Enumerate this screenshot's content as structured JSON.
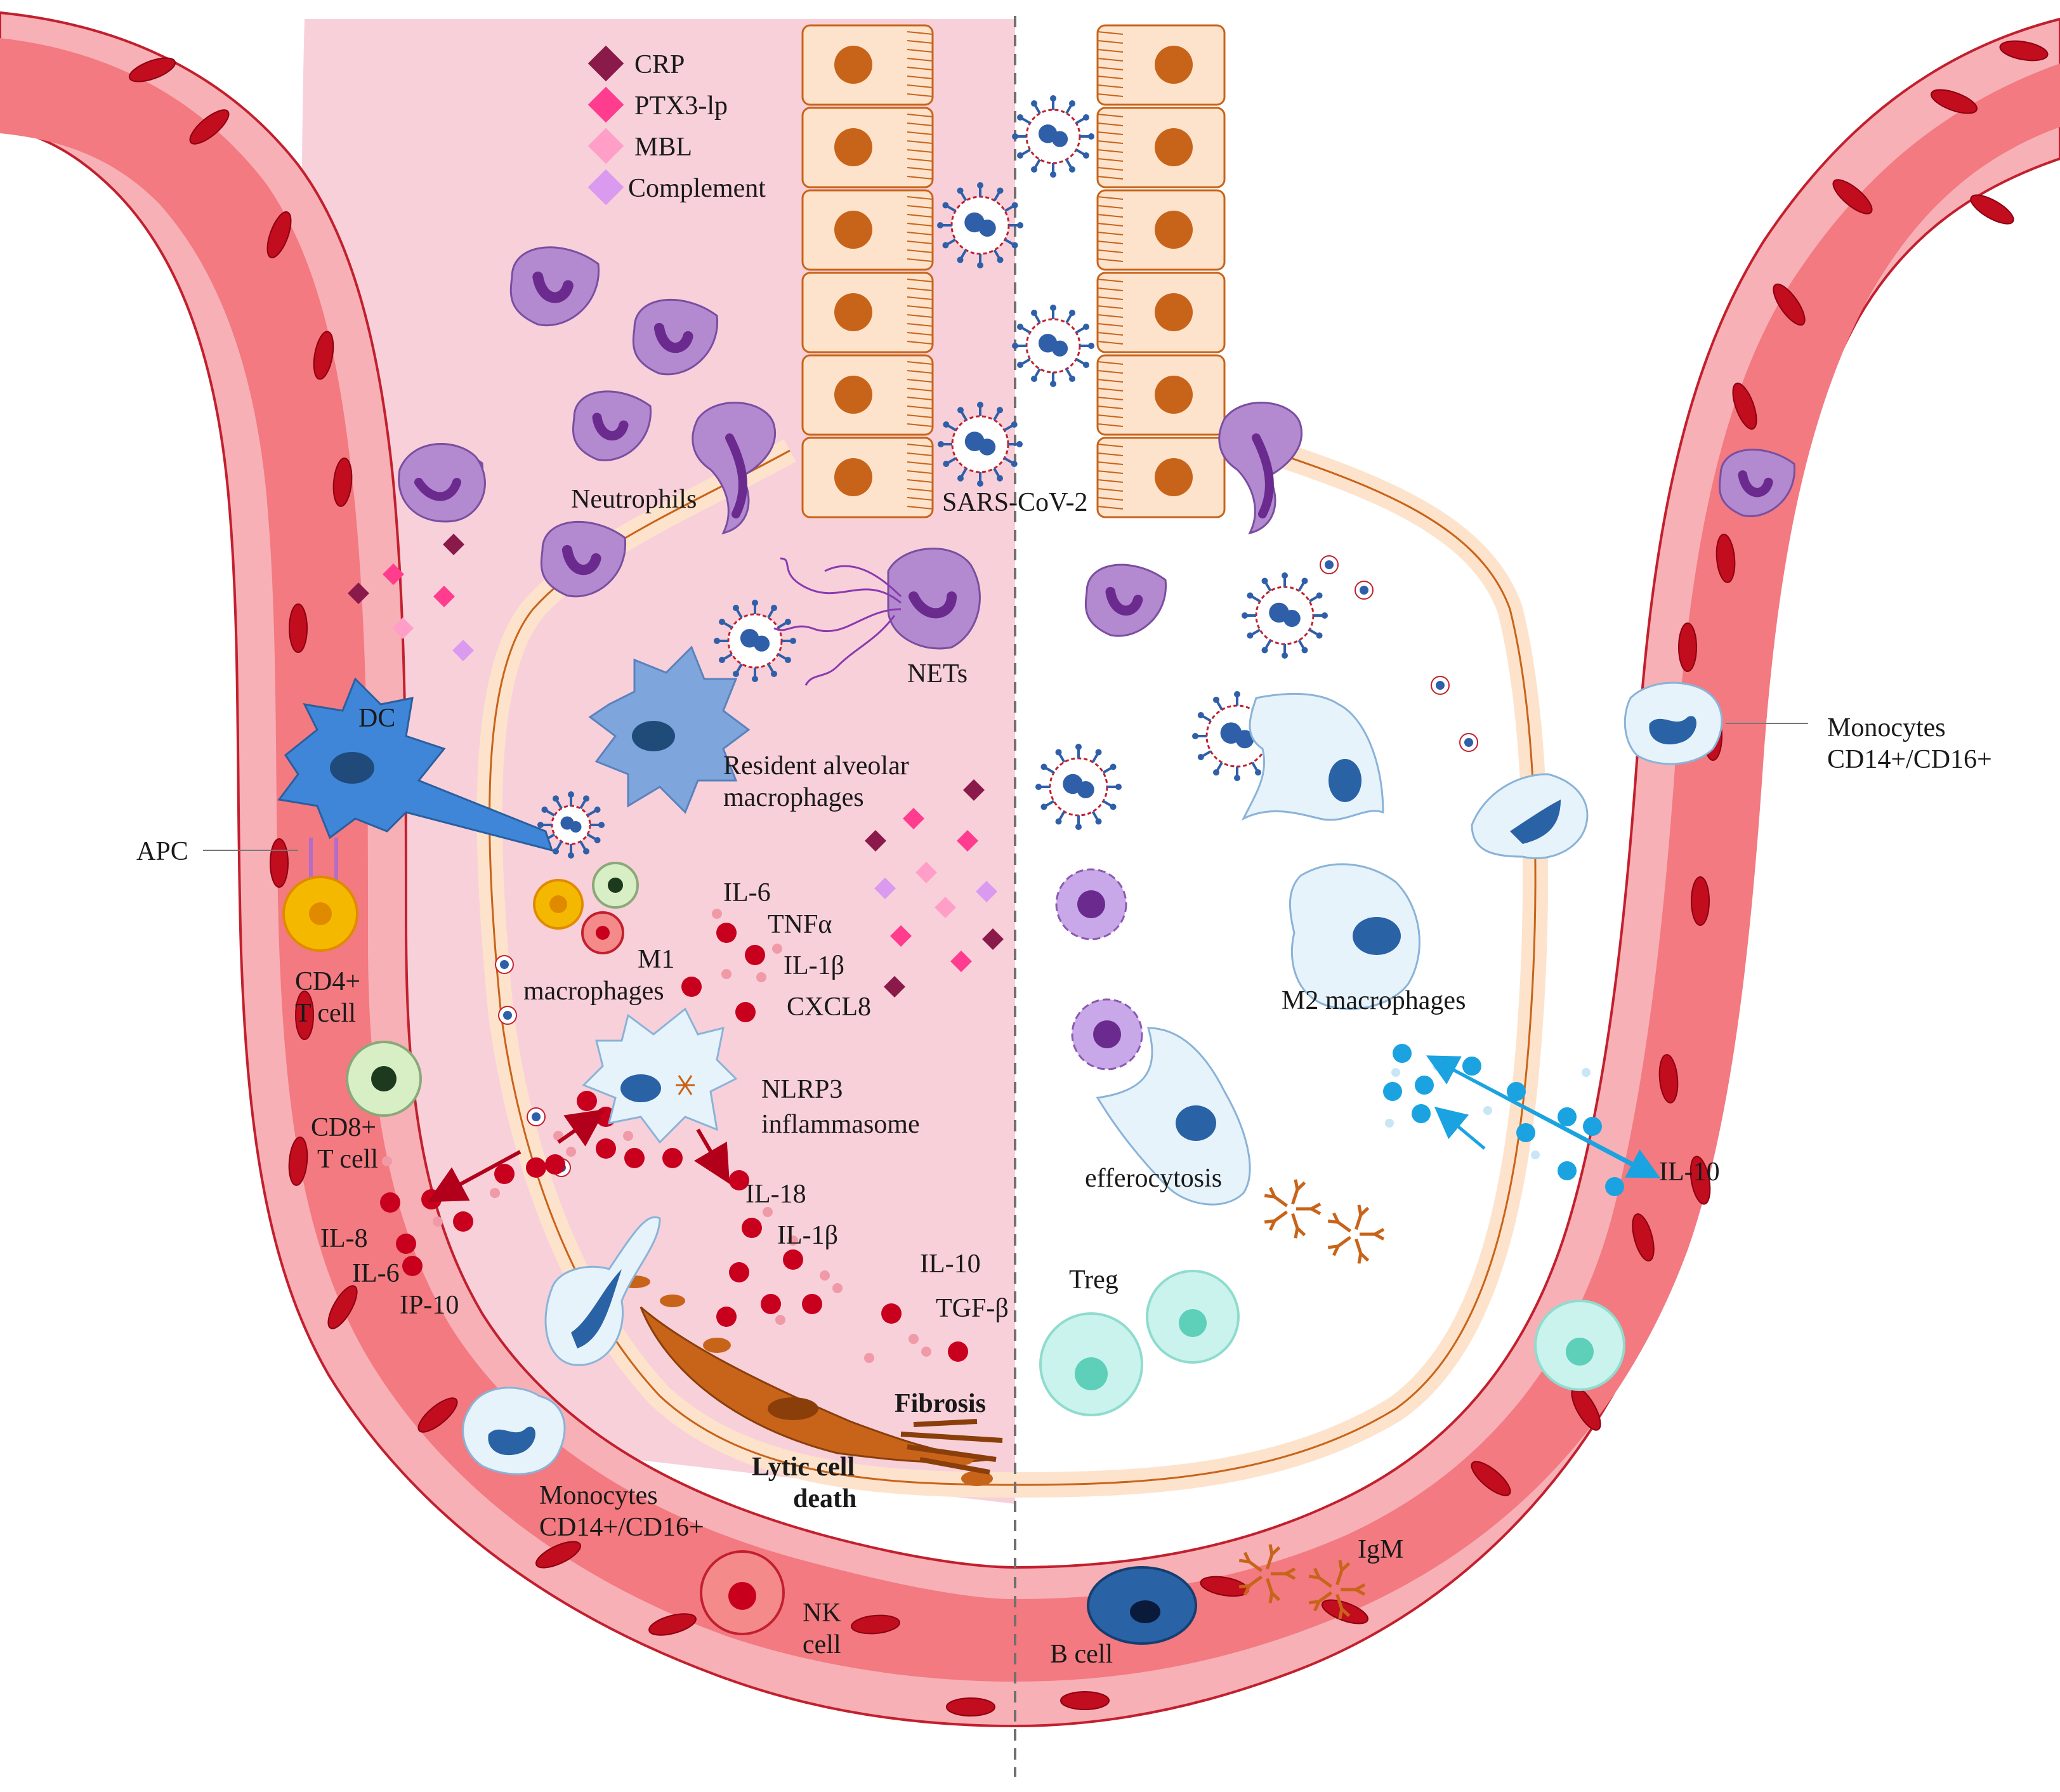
{
  "legend": [
    {
      "label": "CRP",
      "color": "#8a1a4a"
    },
    {
      "label": "PTX3-lp",
      "color": "#ff3c8e"
    },
    {
      "label": "MBL",
      "color": "#ff9fc8"
    },
    {
      "label": "Complement",
      "color": "#d99af0"
    }
  ],
  "labels": {
    "neutrophils": "Neutrophils",
    "sars": "SARS-CoV-2",
    "nets": "NETs",
    "dc": "DC",
    "apc": "APC",
    "resident_1": "Resident alveolar",
    "resident_2": "macrophages",
    "il6_top": "IL-6",
    "tnfa": "TNFα",
    "m1_1": "M1",
    "m1_2": "macrophages",
    "il1b_top": "IL-1β",
    "cxcl8": "CXCL8",
    "cd4_1": "CD4+",
    "cd4_2": "T cell",
    "nlrp3_1": "NLRP3",
    "nlrp3_2": "inflammasome",
    "cd8_1": "CD8+",
    "cd8_2": "T cell",
    "il18": "IL-18",
    "il1b_mid": "IL-1β",
    "il8": "IL-8",
    "il6_left": "IL-6",
    "ip10": "IP-10",
    "il10_mid": "IL-10",
    "tgfb": "TGF-β",
    "fibrosis": "Fibrosis",
    "lytic_1": "Lytic cell",
    "lytic_2": "death",
    "mono_left_1": "Monocytes",
    "mono_left_2": "CD14+/CD16+",
    "nk_1": "NK",
    "nk_2": "cell",
    "mono_right_1": "Monocytes",
    "mono_right_2": "CD14+/CD16+",
    "m2": "M2 macrophages",
    "il10_right": "IL-10",
    "efferocytosis": "efferocytosis",
    "treg": "Treg",
    "igm": "IgM",
    "bcell": "B cell"
  },
  "colors": {
    "vessel_outer": "#f7b0b6",
    "vessel_inner": "#f27a80",
    "rbc": "#c20d1e",
    "alveolus_pink": "#f8d0da",
    "epithelium": "#fde3cc",
    "nucleus_orange": "#c8641a",
    "neutrophil": "#b38ad0",
    "neutrophil_nucleus": "#6b2a8e",
    "virus": "#2f5fa8",
    "macrophage_blue": "#7ea5dc",
    "cytokine_red": "#c8001e",
    "il10_blue": "#1aa3e0",
    "treg": "#c9f3ec",
    "bcell": "#2a62a6"
  }
}
